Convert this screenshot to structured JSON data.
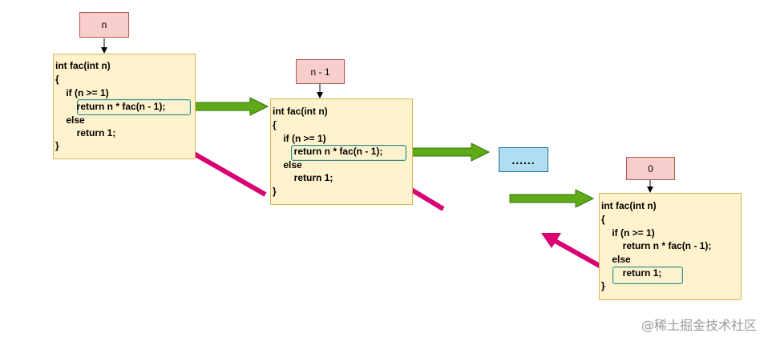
{
  "params": {
    "p1": "n",
    "p2": "n - 1",
    "p3": "0"
  },
  "ellipsis": "......",
  "code": {
    "l1": "int fac(int n)",
    "l2": "{",
    "l3": "    if (n >= 1)",
    "l4": "        return n * fac(n - 1);",
    "l5": "    else",
    "l6": "        return 1;",
    "l7": "}"
  },
  "watermark": "@稀土掘金技术社区",
  "colors": {
    "code_fill": "#fff2cc",
    "code_stroke": "#d6b656",
    "param_fill": "#f8cecc",
    "param_stroke": "#b85450",
    "dots_fill": "#b1ddf0",
    "dots_stroke": "#10739e",
    "call_arrow": "#60a917",
    "return_arrow": "#d80073",
    "highlight": "#3e8a7a"
  }
}
